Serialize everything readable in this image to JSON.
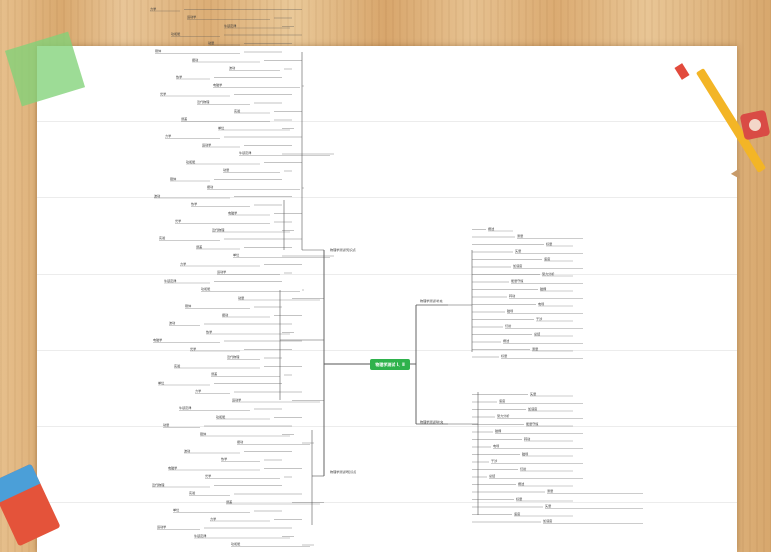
{
  "root": {
    "label": "物理学测试 Ⅰ、Ⅱ"
  },
  "branches": {
    "top_left": "物理学测试Ⅰ知识点",
    "bottom_left": "物理学测试Ⅱ知识点",
    "top_right": "物理学测试Ⅰ补充",
    "bottom_right": "物理学测试Ⅱ补充"
  },
  "labels_left": [
    "力学",
    "运动学",
    "牛顿定律",
    "功和能",
    "动量",
    "刚体",
    "振动",
    "波动",
    "热学",
    "电磁学",
    "光学",
    "近代物理",
    "实验",
    "误差",
    "单位"
  ],
  "labels_right": [
    "概述",
    "测量",
    "标量",
    "矢量",
    "速度",
    "加速度",
    "受力分析",
    "能量守恒",
    "碰撞",
    "转动",
    "电场",
    "磁场",
    "干涉",
    "衍射",
    "总结"
  ]
}
